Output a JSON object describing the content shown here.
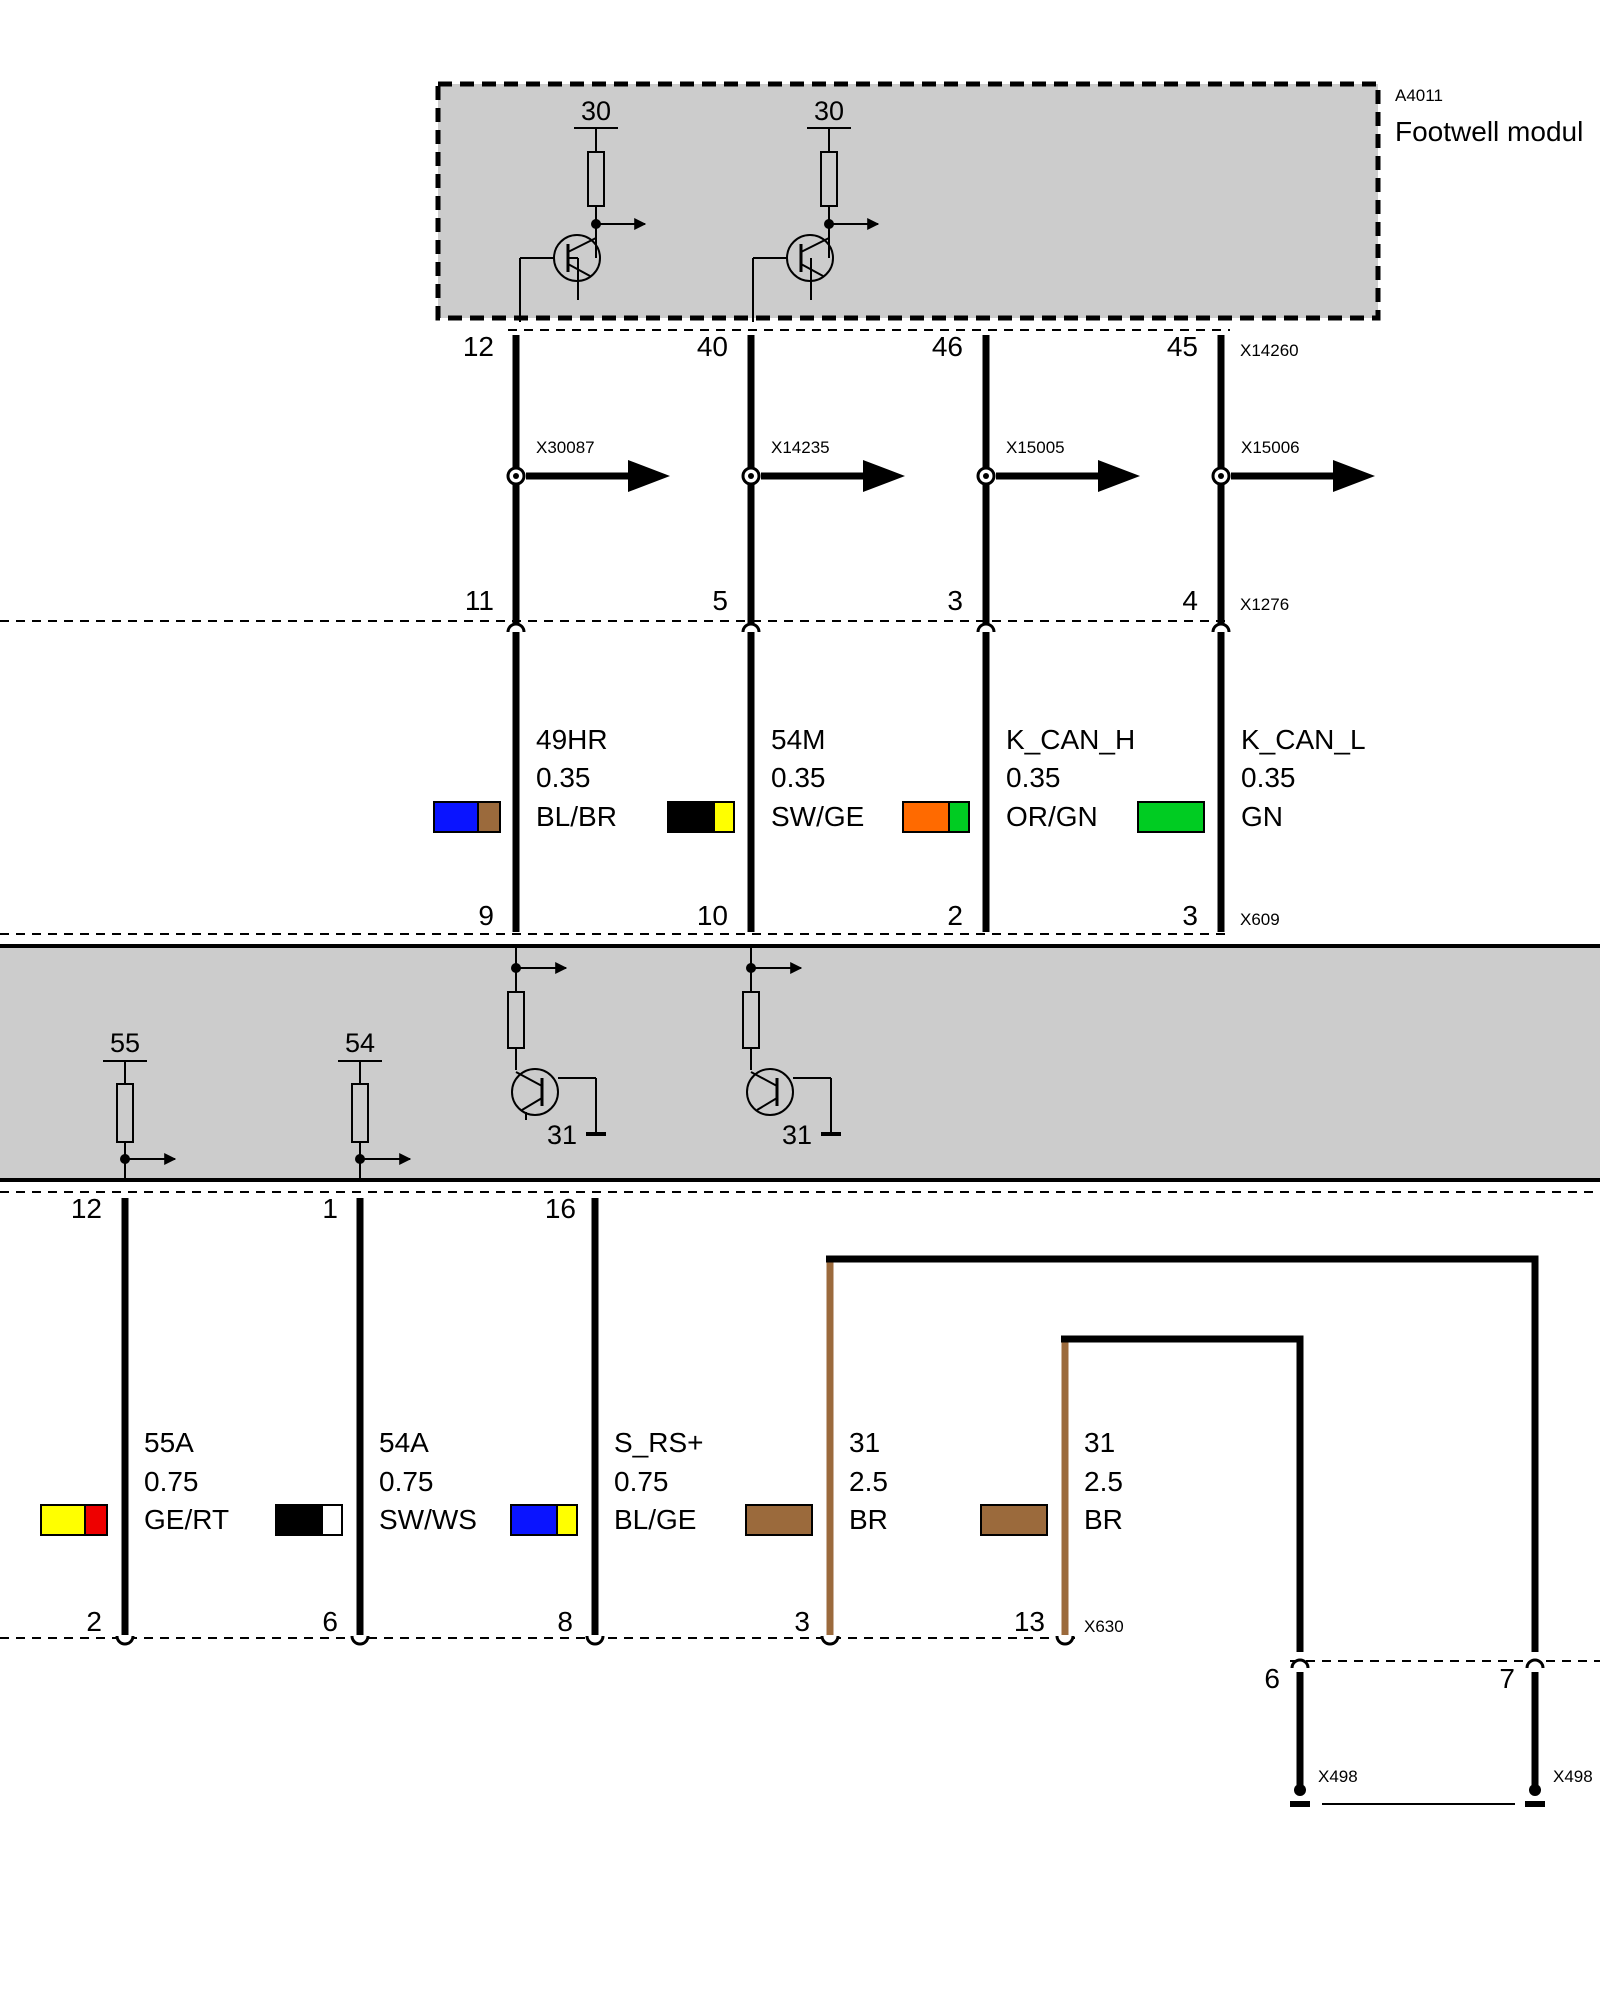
{
  "module_top": {
    "id": "A4011",
    "name": "Footwell modul",
    "supply_labels": [
      "30",
      "30"
    ],
    "connector": "X14260",
    "pins": [
      "12",
      "40",
      "46",
      "45"
    ]
  },
  "splices": [
    "X30087",
    "X14235",
    "X15005",
    "X15006"
  ],
  "connector_x1276": {
    "id": "X1276",
    "pins": [
      "11",
      "5",
      "3",
      "4"
    ]
  },
  "wires_top": [
    {
      "signal": "49HR",
      "size": "0.35",
      "color_code": "BL/BR",
      "colors": [
        "#0a14ff",
        "#9b6a3c"
      ]
    },
    {
      "signal": "54M",
      "size": "0.35",
      "color_code": "SW/GE",
      "colors": [
        "#000000",
        "#ffff00"
      ]
    },
    {
      "signal": "K_CAN_H",
      "size": "0.35",
      "color_code": "OR/GN",
      "colors": [
        "#ff6a00",
        "#00cc22"
      ]
    },
    {
      "signal": "K_CAN_L",
      "size": "0.35",
      "color_code": "GN",
      "colors": [
        "#00cc22"
      ]
    }
  ],
  "connector_x609": {
    "id": "X609",
    "pins": [
      "9",
      "10",
      "2",
      "3"
    ]
  },
  "module_bottom": {
    "supply_labels": [
      "55",
      "54"
    ],
    "ground_labels": [
      "31",
      "31"
    ],
    "pins": [
      "12",
      "1",
      "16"
    ]
  },
  "wires_bottom": [
    {
      "signal": "55A",
      "size": "0.75",
      "color_code": "GE/RT",
      "colors": [
        "#ffff00",
        "#ee0000"
      ]
    },
    {
      "signal": "54A",
      "size": "0.75",
      "color_code": "SW/WS",
      "colors": [
        "#000000",
        "#ffffff"
      ]
    },
    {
      "signal": "S_RS+",
      "size": "0.75",
      "color_code": "BL/GE",
      "colors": [
        "#0a14ff",
        "#ffff00"
      ]
    },
    {
      "signal": "31",
      "size": "2.5",
      "color_code": "BR",
      "colors": [
        "#9b6a3c"
      ]
    },
    {
      "signal": "31",
      "size": "2.5",
      "color_code": "BR",
      "colors": [
        "#9b6a3c"
      ]
    }
  ],
  "connector_x630": {
    "id": "X630",
    "pins": [
      "2",
      "6",
      "8",
      "3",
      "13"
    ]
  },
  "connector_x498": {
    "ids": [
      "X498",
      "X498"
    ],
    "pins": [
      "6",
      "7"
    ]
  },
  "colors": {
    "module_fill": "#cccccc",
    "wire_brown": "#9b6a3c"
  }
}
